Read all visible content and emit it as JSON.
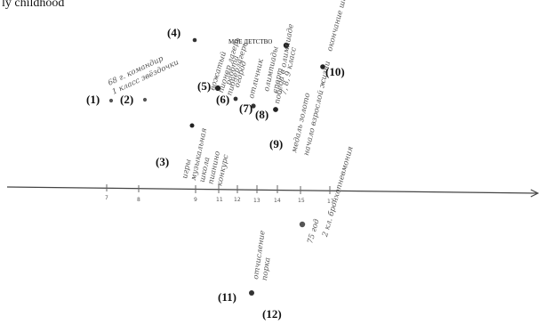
{
  "title": "ly childhood",
  "axis": {
    "ticks": [
      "7",
      "8",
      "9",
      "11",
      "12",
      "13",
      "14",
      "15",
      "17"
    ]
  },
  "events": [
    {
      "number": "(1)",
      "above": true,
      "lines": []
    },
    {
      "number": "(2)",
      "above": true,
      "lines": [
        "68 г. командир",
        "1 класс звёздочки"
      ]
    },
    {
      "number": "(3)",
      "above": true,
      "lines": [
        "игры",
        "музыкальная",
        "школа",
        "пианино",
        "конкурс"
      ]
    },
    {
      "number": "(4)",
      "above": true,
      "lines": [
        "вожатый",
        "пионер лагерь",
        "пионерлагерь"
      ]
    },
    {
      "number": "(5)",
      "above": true,
      "lines": [
        "работа",
        "огород"
      ]
    },
    {
      "number": "(6)",
      "above": true,
      "lines": [
        "отличник"
      ]
    },
    {
      "number": "(7)",
      "above": true,
      "lines": [
        "олимпиады",
        "спорт",
        "7, 8, 9 класс"
      ]
    },
    {
      "number": "(8)",
      "above": true,
      "lines": [
        "победа в олимпиаде"
      ]
    },
    {
      "number": "(9)",
      "above": true,
      "lines": [
        "медаль золото",
        "начало взрослой жизни"
      ]
    },
    {
      "number": "(10)",
      "above": true,
      "lines": [
        "окончание школы"
      ]
    },
    {
      "number": "(11)",
      "above": false,
      "lines": [
        "отчисление",
        "порка"
      ]
    },
    {
      "number": "(12)",
      "above": false,
      "lines": [
        "75 год",
        "2 кл. бронхопневмония"
      ]
    }
  ],
  "printed_label": "МОЕ ДЕТСТВО"
}
